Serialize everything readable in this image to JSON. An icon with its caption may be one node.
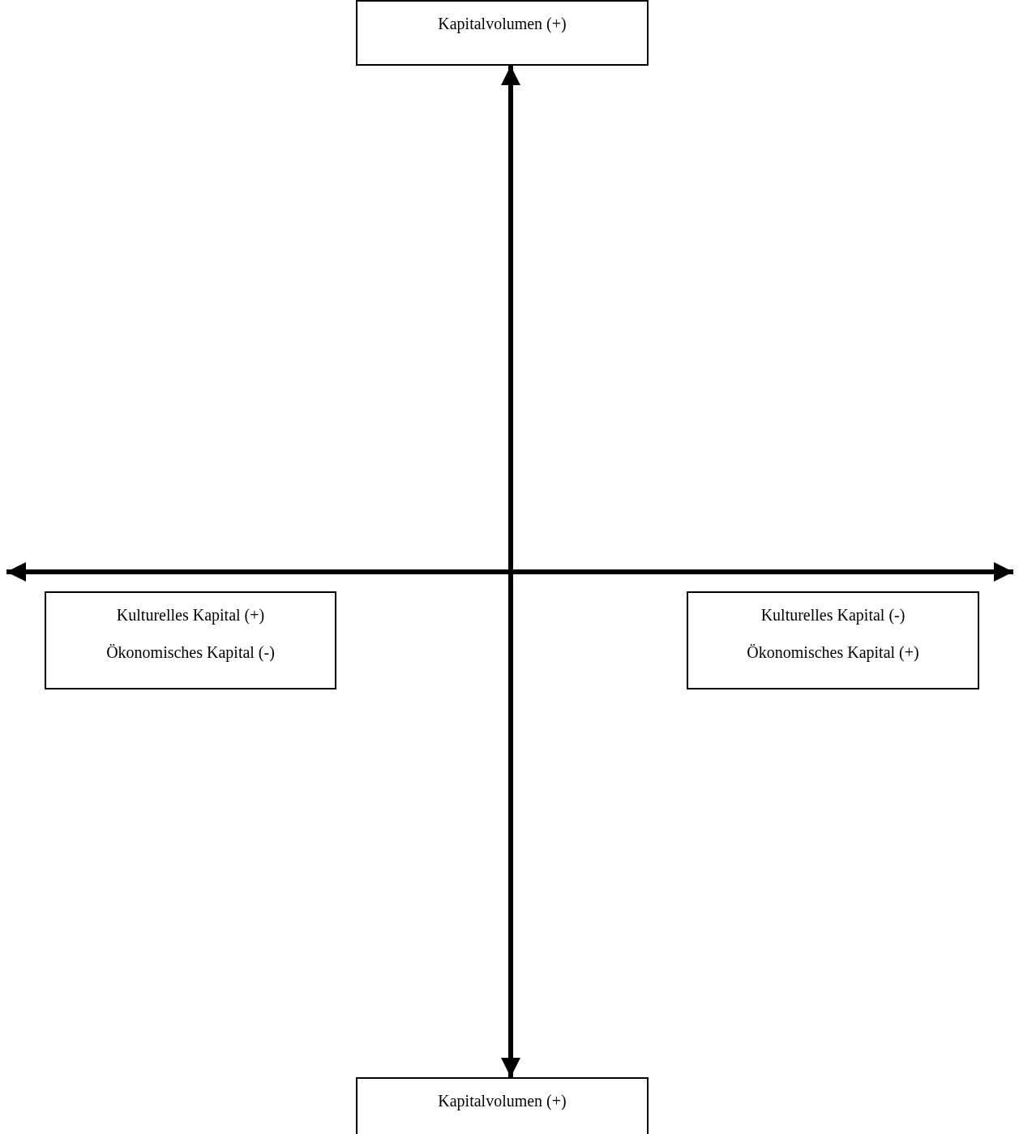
{
  "diagram": {
    "nodes": [
      {
        "text": [
          "Kapitalvolumen (+)"
        ]
      },
      {
        "text": [
          "Kulturelles Kapital (+)",
          "Ökonomisches Kapital (-)"
        ]
      },
      {
        "text": [
          "Kulturelles Kapital (-)",
          "Ökonomisches Kapital (+)"
        ]
      },
      {
        "text": [
          "Kapitalvolumen (+)"
        ]
      }
    ],
    "edges": [
      {
        "from": 0,
        "to": 3,
        "arrow": "both"
      }
    ]
  }
}
